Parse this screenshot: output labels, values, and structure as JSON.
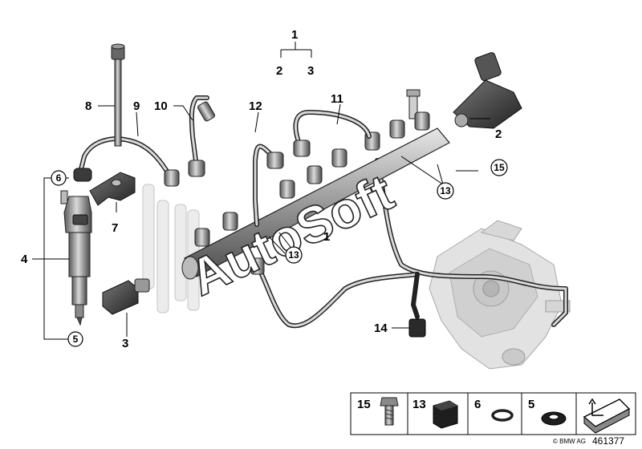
{
  "callouts": {
    "c1": "1",
    "c2": "2",
    "c3": "3",
    "c4": "4",
    "c5": "5",
    "c6": "6",
    "c7": "7",
    "c8": "8",
    "c9": "9",
    "c10": "10",
    "c11": "11",
    "c12": "12",
    "c13": "13",
    "c14": "14",
    "c15": "15"
  },
  "watermark": "AutoSoft",
  "legend": {
    "items": [
      {
        "label": "15",
        "icon": "bolt-icon"
      },
      {
        "label": "13",
        "icon": "rubber-mount-icon"
      },
      {
        "label": "6",
        "icon": "o-ring-icon"
      },
      {
        "label": "5",
        "icon": "seal-ring-icon"
      },
      {
        "label": "",
        "icon": "arrow-symbol-icon"
      }
    ]
  },
  "footer": {
    "copyright": "© BMW AG",
    "reference": "461377"
  },
  "colors": {
    "line": "#000000",
    "part_fill": "#8a8a8a",
    "part_dark": "#3a3a3a",
    "ghost": "#e0e0e0",
    "background": "#ffffff"
  }
}
